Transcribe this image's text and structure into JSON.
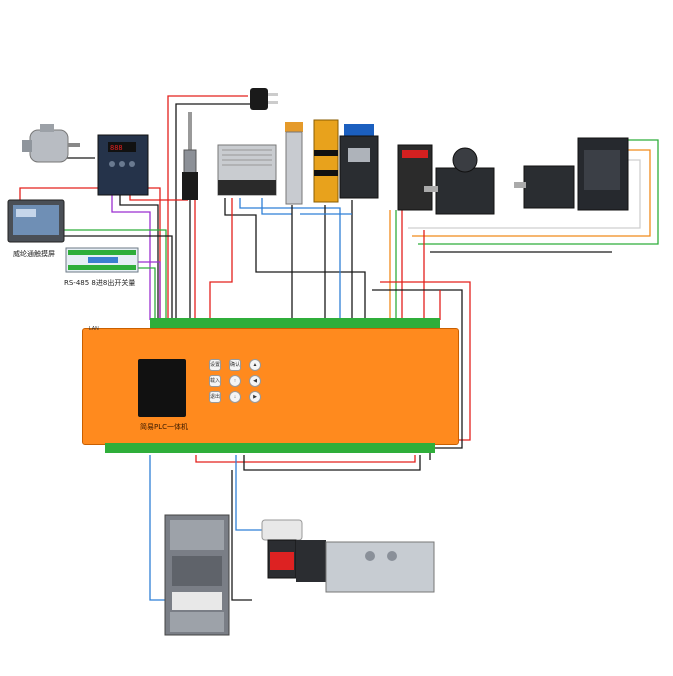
{
  "diagram": {
    "labels": {
      "touchscreen": "威纶通触摸屏",
      "io_module": "RS-485 8进8出开关量",
      "plc_title": "简易PLC一体机",
      "plc_port": "LAN"
    },
    "plc_keys": [
      "设置",
      "确认",
      "载入",
      "退出"
    ],
    "wire_colors": {
      "red": "#e3211c",
      "black": "#1a1a1a",
      "blue": "#2f7fd6",
      "green": "#2fae3a",
      "purple": "#9b2fd0",
      "orange": "#f08a1a",
      "white": "#cfcfcf"
    },
    "icons": [
      "motor-icon",
      "inverter-icon",
      "touchscreen-icon",
      "io-module-icon",
      "temperature-sensor-icon",
      "power-supply-icon",
      "ac-plug-icon",
      "proximity-sensor-icon",
      "photoelectric-sensor-icon",
      "switch-icon",
      "servo-motor-icon",
      "stepper-driver-icon",
      "contactor-icon",
      "solenoid-valve-icon"
    ]
  }
}
